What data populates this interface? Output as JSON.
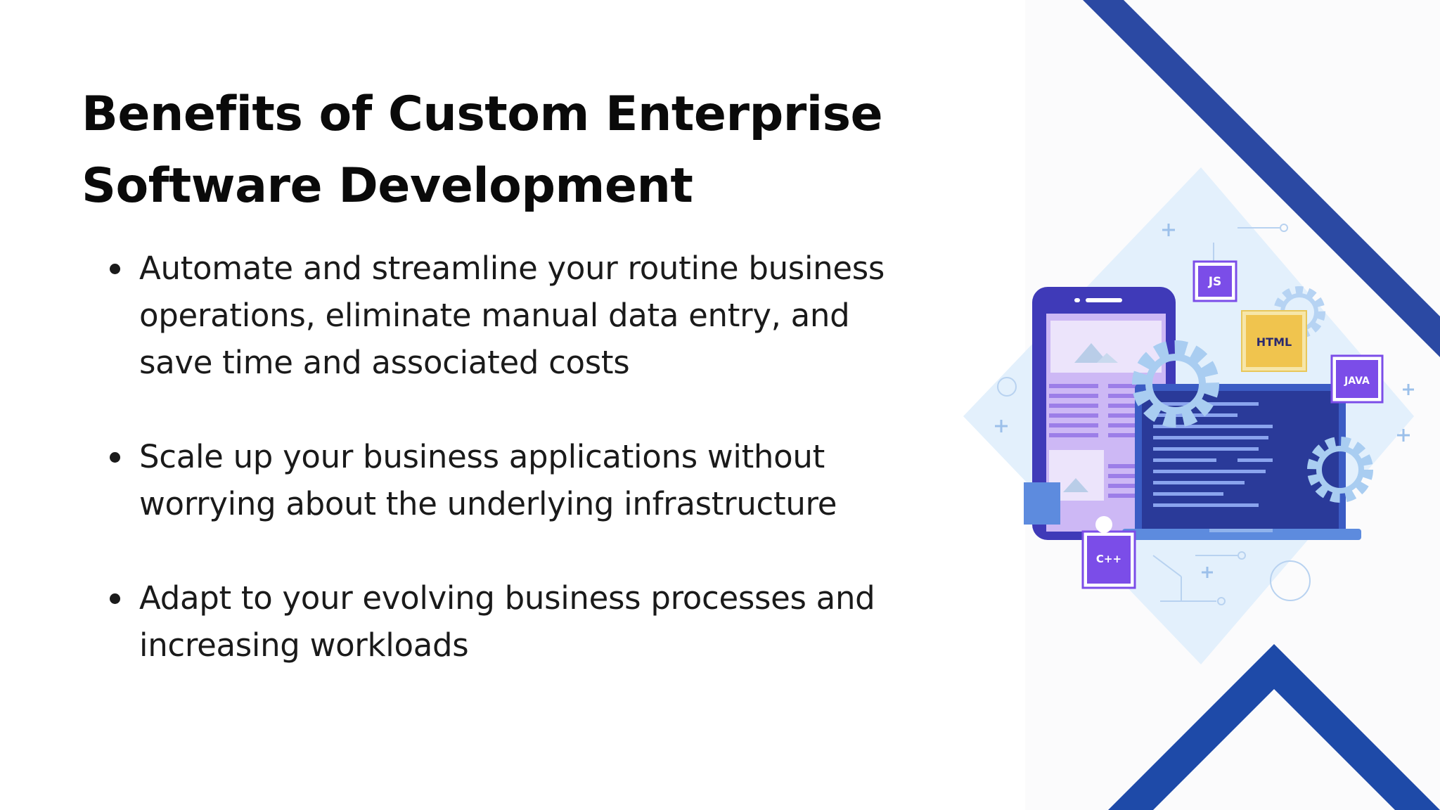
{
  "slide": {
    "title_line1": "Benefits of Custom Enterprise",
    "title_line2": "Software Development",
    "bullets": [
      {
        "line1": "Automate and streamline your routine business",
        "line2": "operations, eliminate manual data entry, and",
        "line3": "save time and associated costs"
      },
      {
        "line1": "Scale up your business applications without",
        "line2": "worrying about the underlying infrastructure"
      },
      {
        "line1": "Adapt to your evolving business processes and",
        "line2": "increasing workloads"
      }
    ]
  },
  "illustration": {
    "badges": {
      "js": "JS",
      "html": "HTML",
      "java": "JAVA",
      "cpp": "C++"
    }
  },
  "colors": {
    "background": "#ffffff",
    "text": "#0a0a0a",
    "accent_blue": "#2b49a3",
    "accent_blue_bottom": "#1e4aa8",
    "diamond_fill": "#e3f0fc",
    "purple": "#7b4de8",
    "html_badge": "#f0c44e"
  },
  "icons": [
    "bullet-dot",
    "gear-icon",
    "mountain-image-icon",
    "person-icon"
  ]
}
